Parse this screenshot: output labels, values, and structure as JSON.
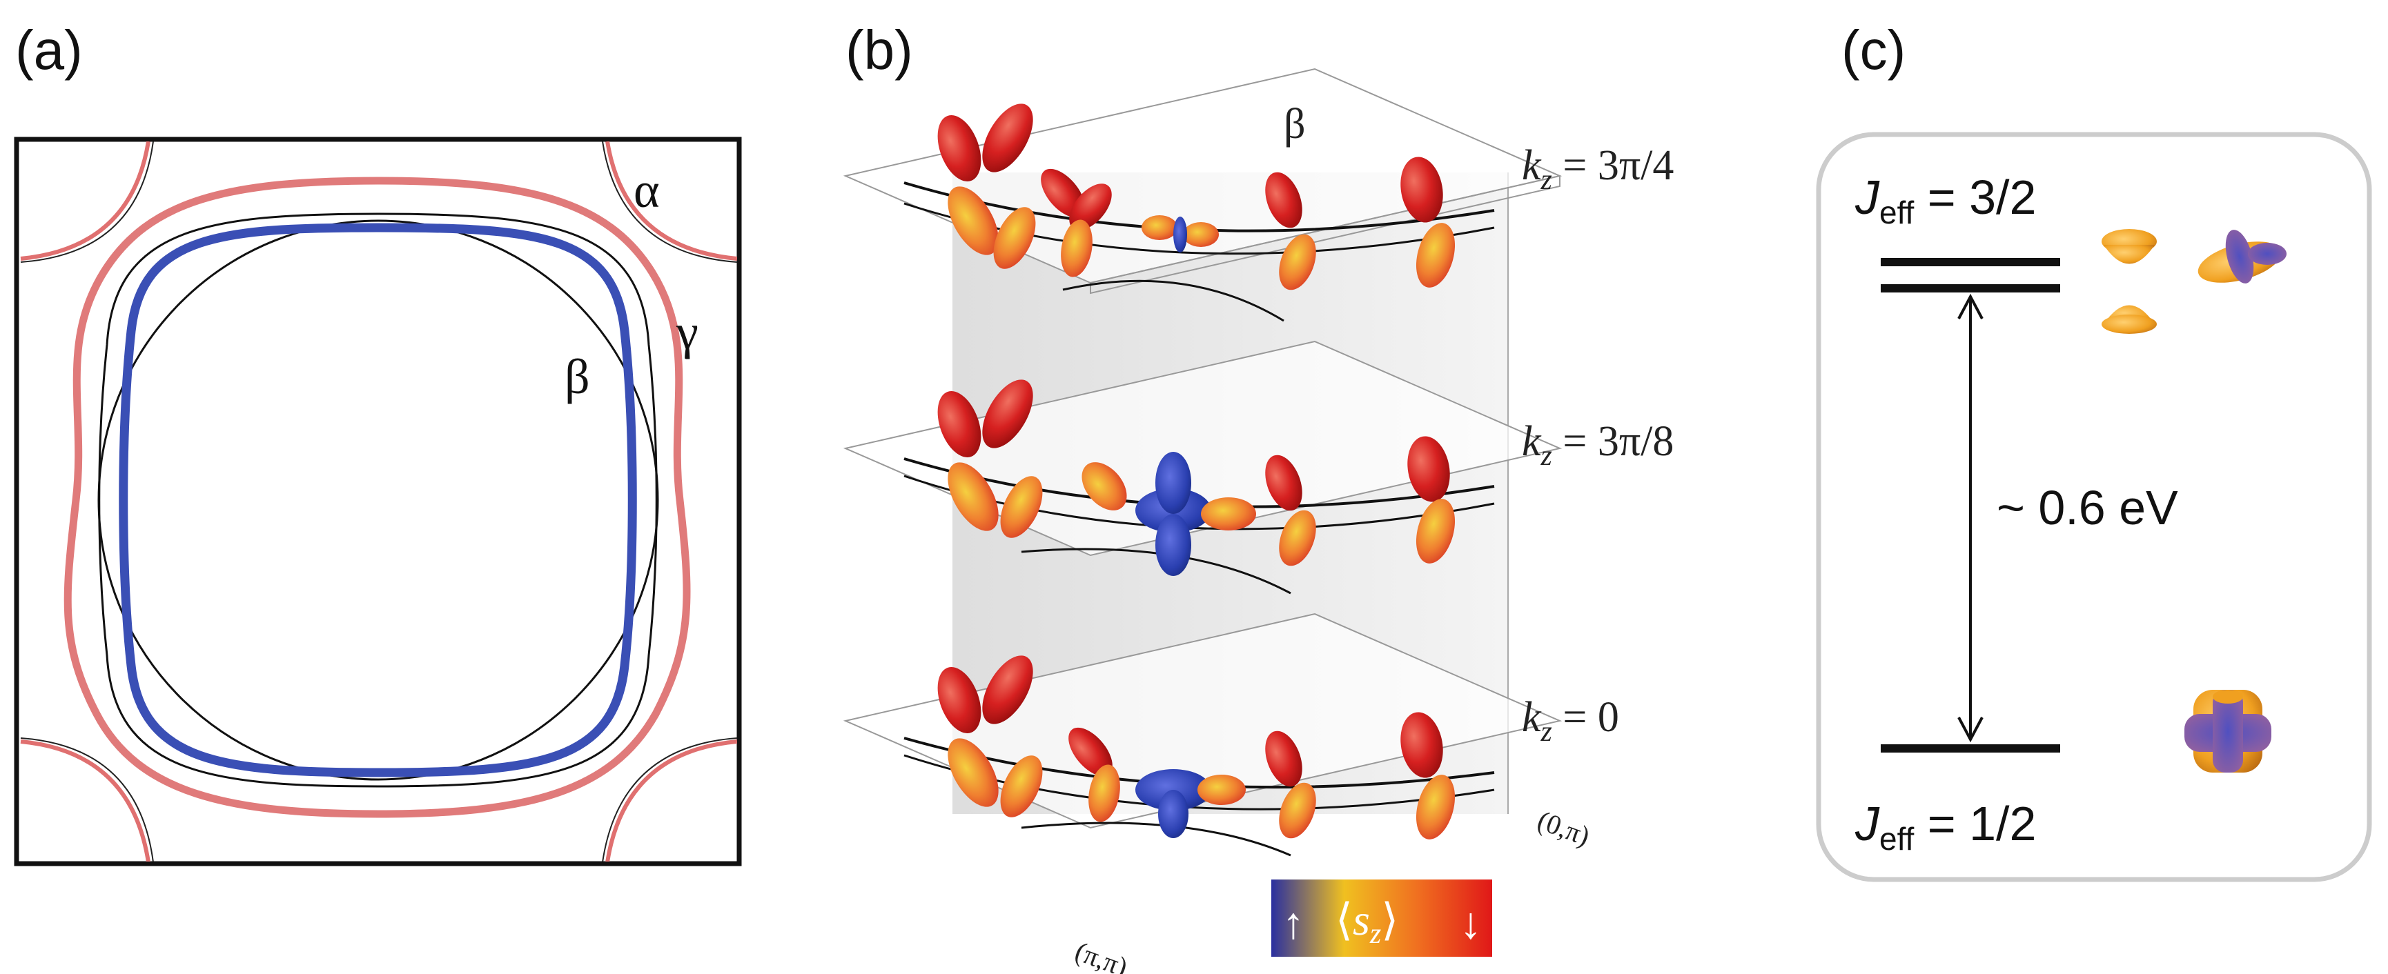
{
  "panel_a": {
    "label": "(a)",
    "band_alpha": "α",
    "band_beta": "β",
    "band_gamma": "γ"
  },
  "panel_b": {
    "label": "(b)",
    "band_beta": "β",
    "kz_layers": [
      {
        "k": "k",
        "sub": "z",
        "rest": " = 3π/4"
      },
      {
        "k": "k",
        "sub": "z",
        "rest": " = 3π/8"
      },
      {
        "k": "k",
        "sub": "z",
        "rest": " = 0"
      }
    ],
    "point_pi_pi": "(π,π)",
    "point_0_pi": "(0,π)",
    "spin_scale": {
      "up": "↑",
      "down": "↓",
      "s": "s",
      "sub": "z",
      "left": "⟨",
      "right": "⟩"
    }
  },
  "panel_c": {
    "label": "(c)",
    "upper_level": {
      "J": "J",
      "sub": "eff",
      "rest": " = 3/2"
    },
    "lower_level": {
      "J": "J",
      "sub": "eff",
      "rest": " = 1/2"
    },
    "gap": "~ 0.6 eV"
  },
  "colors": {
    "alpha_band": "#c0392b",
    "gamma_band": "#e07070",
    "beta_band": "#3a4fb5",
    "lobe_red": "#d61f1f",
    "lobe_orange": "#f0a020",
    "lobe_blue": "#2a3fb0",
    "panel_c_border": "#cccccc"
  }
}
